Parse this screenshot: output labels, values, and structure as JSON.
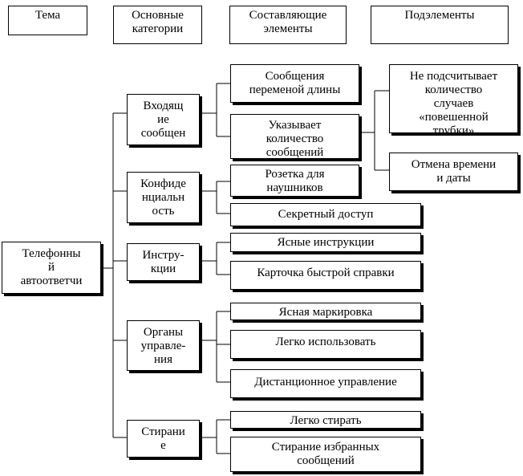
{
  "headers": {
    "topic": "Тема",
    "categories": "Основные\nкатегории",
    "components": "Составляющие\nэлементы",
    "subelements": "Подэлементы"
  },
  "topic": "Телефонны\nй\nавтоответчи",
  "categories": {
    "incoming": "Входящ\nие\nсообщен",
    "confidentiality": "Конфиде\nнциальн\nость",
    "instructions": "Инстру-\nкции",
    "controls": "Органы\nуправле-\nния",
    "erasing": "Стирани\nе"
  },
  "components": {
    "variable_length": "Сообщения\nпеременой длины",
    "message_count": "Указывает\nколичество\nсообщений",
    "headphone_jack": "Розетка для\nнаушников",
    "secret_access": "Секретный доступ",
    "clear_instructions": "Ясные инструкции",
    "quick_card": "Карточка быстрой справки",
    "clear_marking": "Ясная маркировка",
    "easy_use": "Легко использовать",
    "remote_control": "Дистанционное управление",
    "easy_erase": "Легко стирать",
    "selective_erase": "Стирание избранных\nсообщений"
  },
  "subelements": {
    "no_hangup_count": "Не подсчитывает\nколичество\nслучаев\n«повешенной\nтрубки»",
    "cancel_datetime": "Отмена времени\nи даты"
  }
}
